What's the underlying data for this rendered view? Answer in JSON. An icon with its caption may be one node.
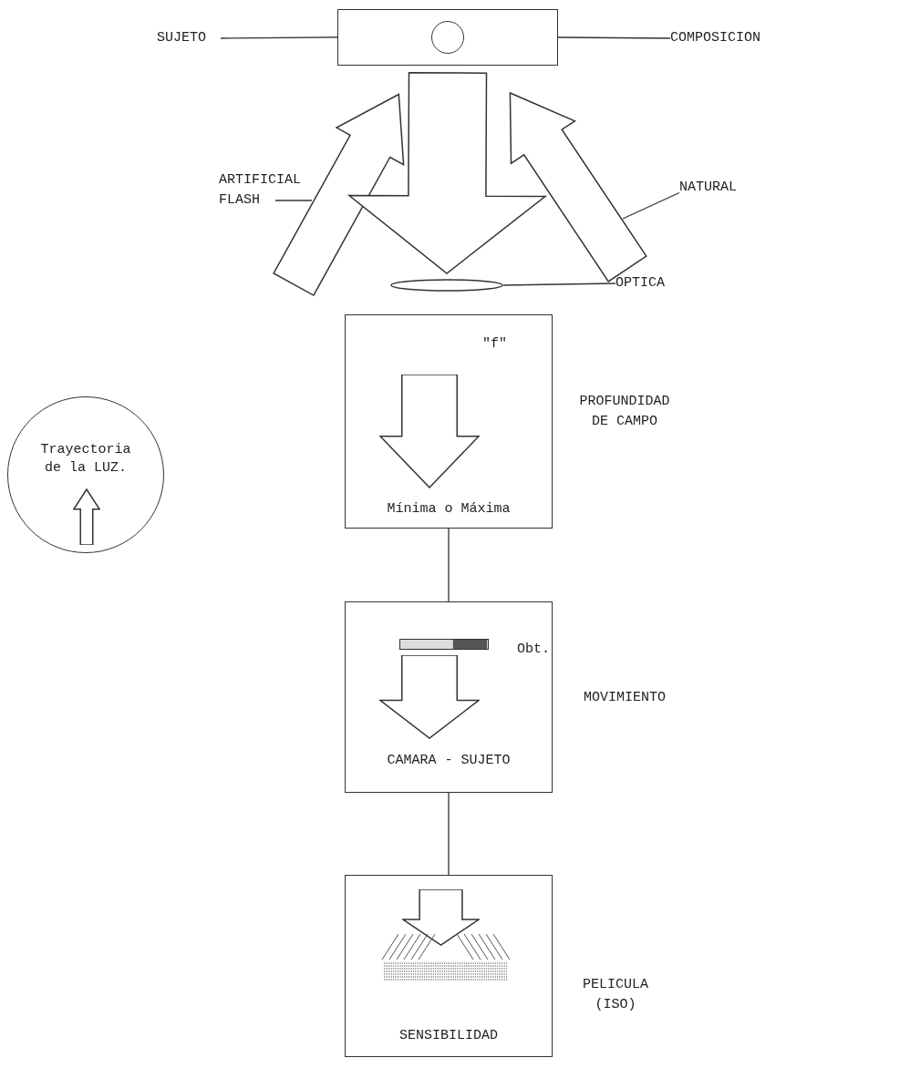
{
  "diagram": {
    "nodes": [
      {
        "text": [],
        "shape": "box"
      },
      {
        "text": [],
        "shape": "circle",
        "in": 0
      },
      {
        "text": [
          "SUJETO"
        ]
      },
      {
        "text": [
          "COMPOSICION"
        ]
      },
      {
        "text": [
          "ARTIFICIAL FLASH"
        ]
      },
      {
        "text": [
          "NATURAL"
        ]
      },
      {
        "text": [],
        "shape": "ellipse"
      },
      {
        "text": [
          "OPTICA"
        ]
      },
      {
        "text": [
          "\"f\"",
          "Mínima o Máxima"
        ],
        "beside": [
          "PROFUNDIDAD DE CAMPO"
        ]
      },
      {
        "text": [
          "Obt.",
          "CAMARA - SUJETO"
        ],
        "beside": [
          "MOVIMIENTO"
        ]
      },
      {
        "text": [
          "SENSIBILIDAD"
        ],
        "beside": [
          "PELICULA (ISO)"
        ]
      },
      {
        "text": [
          "Trayectoria de la LUZ."
        ]
      }
    ],
    "edges": [
      {
        "from": 2,
        "to": 1,
        "arrow": "none"
      },
      {
        "from": 3,
        "to": 0,
        "arrow": "none"
      },
      {
        "from": 4,
        "to": null,
        "arrow": "none"
      },
      {
        "from": 5,
        "to": null,
        "arrow": "none"
      },
      {
        "from": null,
        "to": 0,
        "arrow": "to",
        "style": "thick"
      },
      {
        "from": null,
        "to": 0,
        "arrow": "to",
        "style": "thick"
      },
      {
        "from": 0,
        "to": 6,
        "arrow": "to",
        "style": "thick"
      },
      {
        "from": 7,
        "to": 6,
        "arrow": "none"
      },
      {
        "from": 8,
        "to": 9,
        "arrow": "none"
      },
      {
        "from": 9,
        "to": 10,
        "arrow": "none"
      }
    ]
  }
}
